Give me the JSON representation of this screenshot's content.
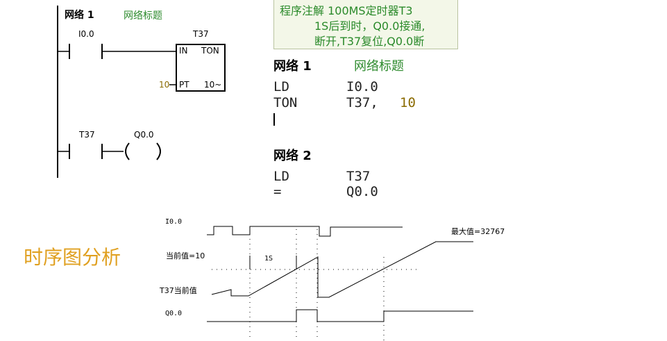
{
  "ladder": {
    "network1": {
      "label": "网络 1",
      "title": "网络标题",
      "contact_address": "I0.0",
      "timer_name": "T37",
      "timer_in": "IN",
      "timer_type": "TON",
      "timer_pt_label": "PT",
      "timer_base": "10~",
      "pt_value": "10"
    },
    "network2": {
      "contact_address": "T37",
      "coil_address": "Q0.0"
    }
  },
  "comment": {
    "lines": [
      "程序注解  100MS定时器T3",
      "1S后到时，Q0.0接通,",
      "断开,T37复位,Q0.0断"
    ]
  },
  "stl": {
    "network1": {
      "label": "网络 1",
      "title": "网络标题",
      "lines": [
        {
          "op": "LD",
          "operand": "I0.0",
          "extra": ""
        },
        {
          "op": "TON",
          "operand": "T37,",
          "extra": "10"
        }
      ]
    },
    "network2": {
      "label": "网络 2",
      "lines": [
        {
          "op": "LD",
          "operand": "T37",
          "extra": ""
        },
        {
          "op": "=",
          "operand": "Q0.0",
          "extra": ""
        }
      ]
    }
  },
  "timing": {
    "title": "时序图分析",
    "input_label": "I0.0",
    "current_value_label": "当前值=10",
    "one_second_label": "1S",
    "max_value_label": "最大值=32767",
    "t37_label": "T37当前值",
    "output_label": "Q0.0"
  }
}
